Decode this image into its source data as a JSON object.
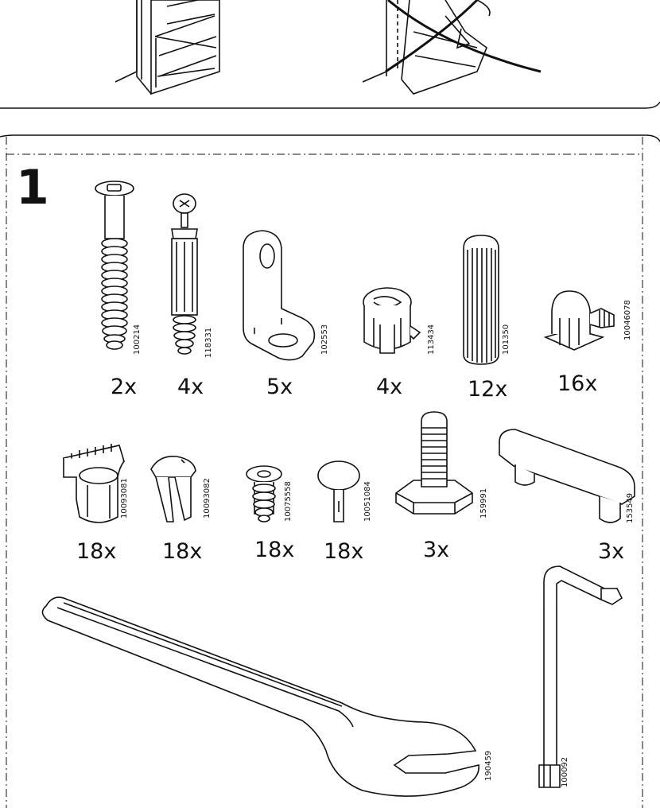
{
  "step_number": "1",
  "parts": [
    {
      "id": "100214",
      "qty": "2x"
    },
    {
      "id": "118331",
      "qty": "4x"
    },
    {
      "id": "102553",
      "qty": "5x"
    },
    {
      "id": "113434",
      "qty": "4x"
    },
    {
      "id": "101350",
      "qty": "12x"
    },
    {
      "id": "10046078",
      "qty": "16x"
    },
    {
      "id": "10093081",
      "qty": "18x"
    },
    {
      "id": "10093082",
      "qty": "18x"
    },
    {
      "id": "10075558",
      "qty": "18x"
    },
    {
      "id": "10051084",
      "qty": "18x"
    },
    {
      "id": "159991",
      "qty": "3x"
    },
    {
      "id": "153549",
      "qty": "3x"
    },
    {
      "id": "190459"
    },
    {
      "id": "100092"
    }
  ]
}
